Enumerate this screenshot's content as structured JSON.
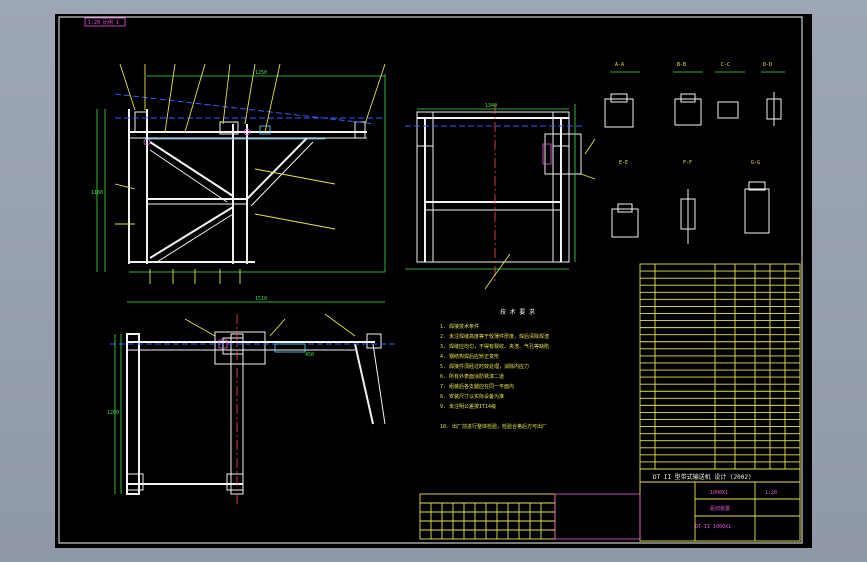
{
  "drawing": {
    "title_block": {
      "title": "DT II 型带式输送机 设计 (2002)",
      "drawing_no": "1000X1",
      "name": "驱动装置",
      "scale": "1:20",
      "sheet_code": "DT-II 1000X1"
    },
    "tech_requirements": {
      "heading": "技 术 要 求",
      "items": [
        "1. 焊接技术条件",
        "2. 未注焊缝高度等于较薄件厚度，焊后清除焊渣",
        "3. 焊缝应均匀，不得有裂纹、夹渣、气孔等缺陷",
        "4. 钢结构焊后应矫正变形",
        "5. 焊接件须经过时效处理，消除内应力",
        "6. 所有外表面涂防锈漆二道",
        "7. 组装后各支腿应在同一平面内",
        "8. 安装尺寸以实际设备为准",
        "9. 未注明公差按IT14级",
        "10. 出厂前进行整体检验，检验合格后方可出厂"
      ]
    },
    "section_labels": [
      "A-A",
      "B-B",
      "C-C",
      "D-D",
      "E-E",
      "F-F",
      "G-G"
    ],
    "dims": {
      "top_width": "1250",
      "height": "1160",
      "frame_width": "1340",
      "plan_width": "1510",
      "plan_depth": "1260",
      "span": "450"
    },
    "parts_table_rows": 29,
    "corner_note": "1:20 比例 1"
  }
}
